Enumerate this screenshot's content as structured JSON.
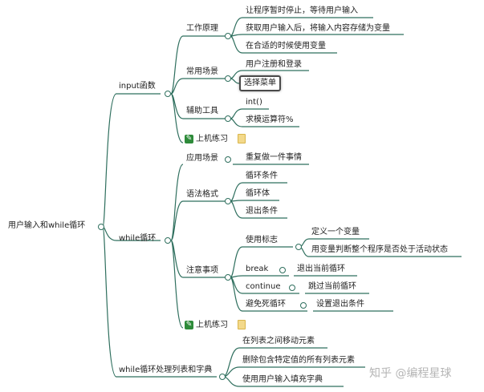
{
  "root": "用户输入和while循环",
  "branches": {
    "input": {
      "label": "input函数",
      "work_principle": {
        "label": "工作原理",
        "items": [
          "让程序暂时停止，等待用户输入",
          "获取用户输入后，将输入内容存储为变量",
          "在合适的时候使用变量"
        ]
      },
      "common_scenes": {
        "label": "常用场景",
        "items": [
          "用户注册和登录",
          "选择菜单"
        ]
      },
      "helper_tools": {
        "label": "辅助工具",
        "items": [
          "int()",
          "求模运算符%"
        ]
      },
      "practice": "上机练习"
    },
    "while_loop": {
      "label": "while循环",
      "scene": {
        "label": "应用场景",
        "item": "重复做一件事情"
      },
      "syntax": {
        "label": "语法格式",
        "items": [
          "循环条件",
          "循环体",
          "退出条件"
        ]
      },
      "notes": {
        "label": "注意事项",
        "flag": {
          "label": "使用标志",
          "items": [
            "定义一个变量",
            "用变量判断整个程序是否处于活动状态"
          ]
        },
        "break": {
          "label": "break",
          "item": "退出当前循环"
        },
        "continue": {
          "label": "continue",
          "item": "跳过当前循环"
        },
        "avoid": {
          "label": "避免死循环",
          "item": "设置退出条件"
        }
      },
      "practice": "上机练习"
    },
    "lists_dicts": {
      "label": "while循环处理列表和字典",
      "items": [
        "在列表之间移动元素",
        "删除包含特定值的所有列表元素",
        "使用用户输入填充字典"
      ]
    }
  },
  "watermark": "知乎 @编程星球"
}
